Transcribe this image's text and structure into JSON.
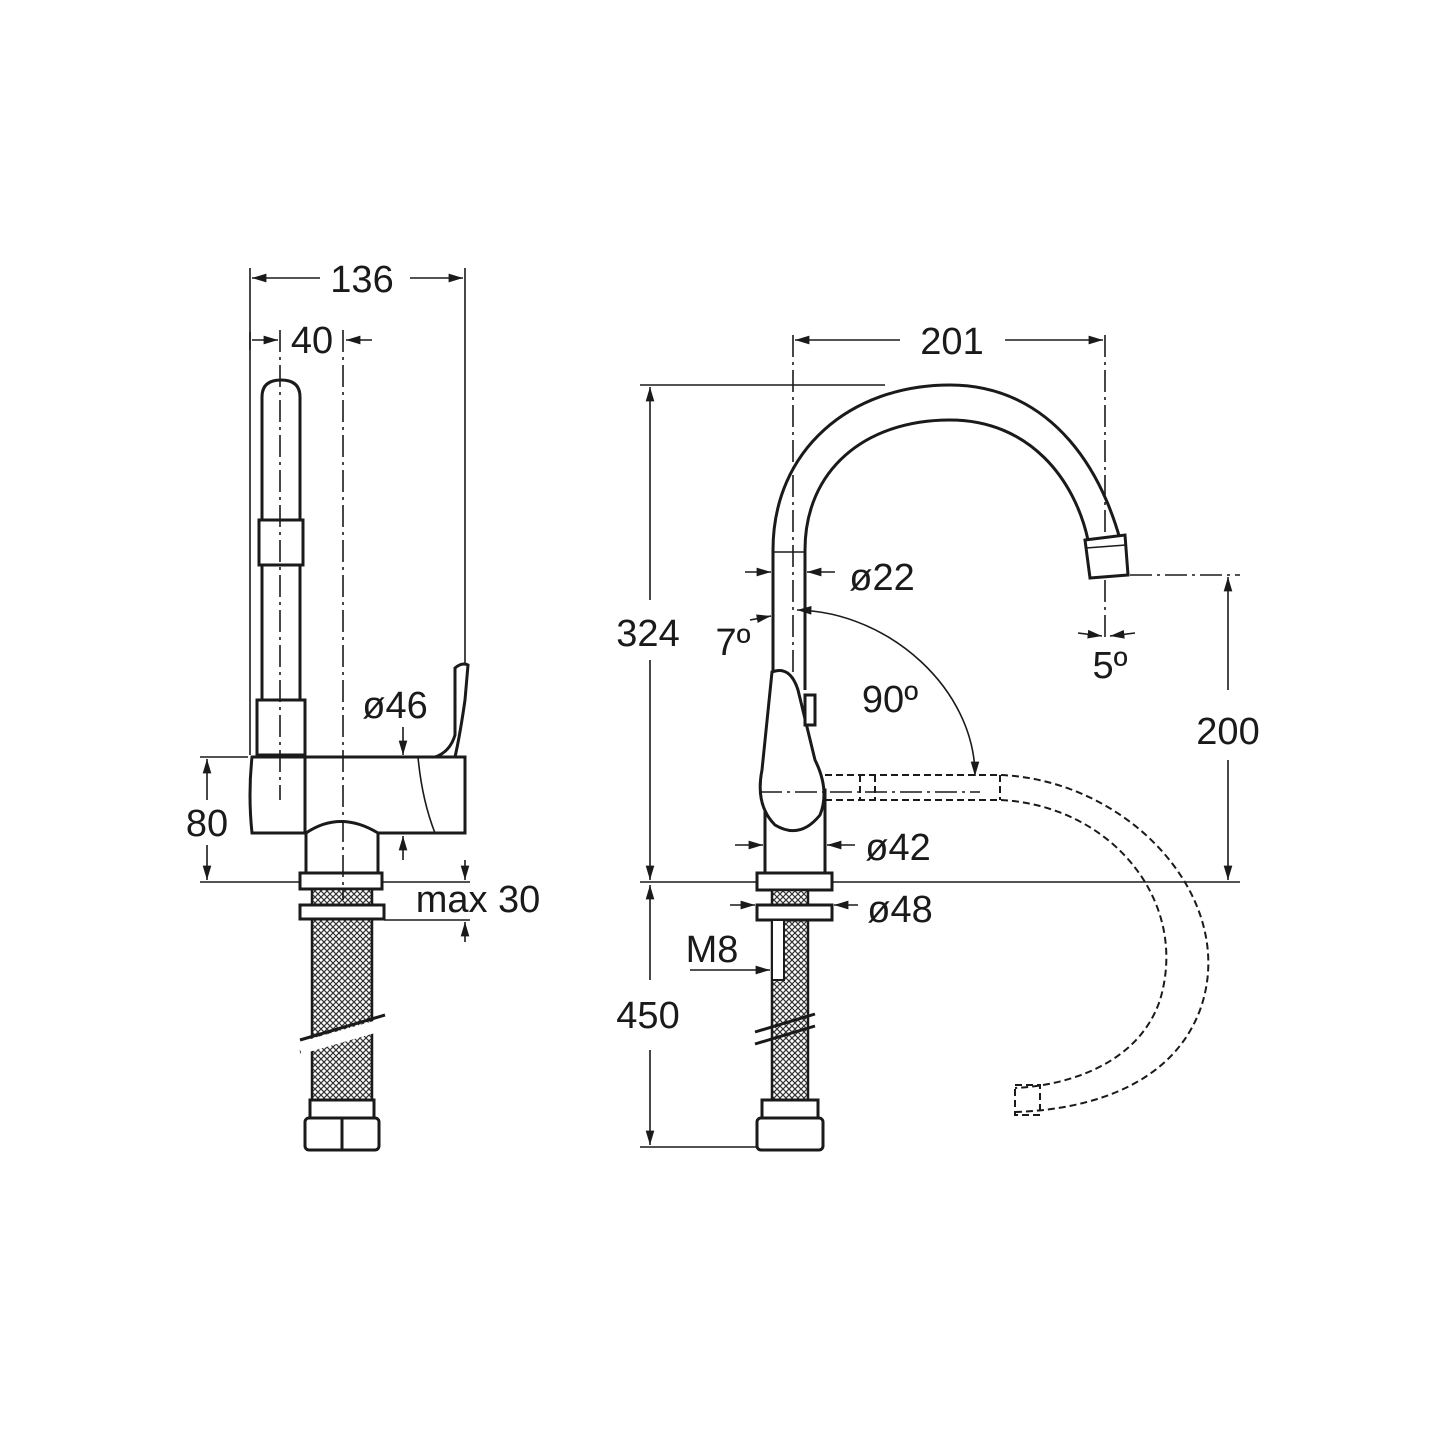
{
  "drawing": {
    "side_view": {
      "overall_width": "136",
      "spout_offset": "40",
      "body_diameter": "ø46",
      "body_height": "80",
      "max_counter_thickness": "max 30"
    },
    "front_view": {
      "spout_reach": "201",
      "overall_height": "324",
      "hose_length": "450",
      "spout_outlet_height": "200",
      "tube_diameter": "ø22",
      "tilt_angle": "7º",
      "outlet_angle": "5º",
      "swivel_angle": "90º",
      "base_diameter": "ø42",
      "flange_diameter": "ø48",
      "thread": "M8"
    }
  }
}
